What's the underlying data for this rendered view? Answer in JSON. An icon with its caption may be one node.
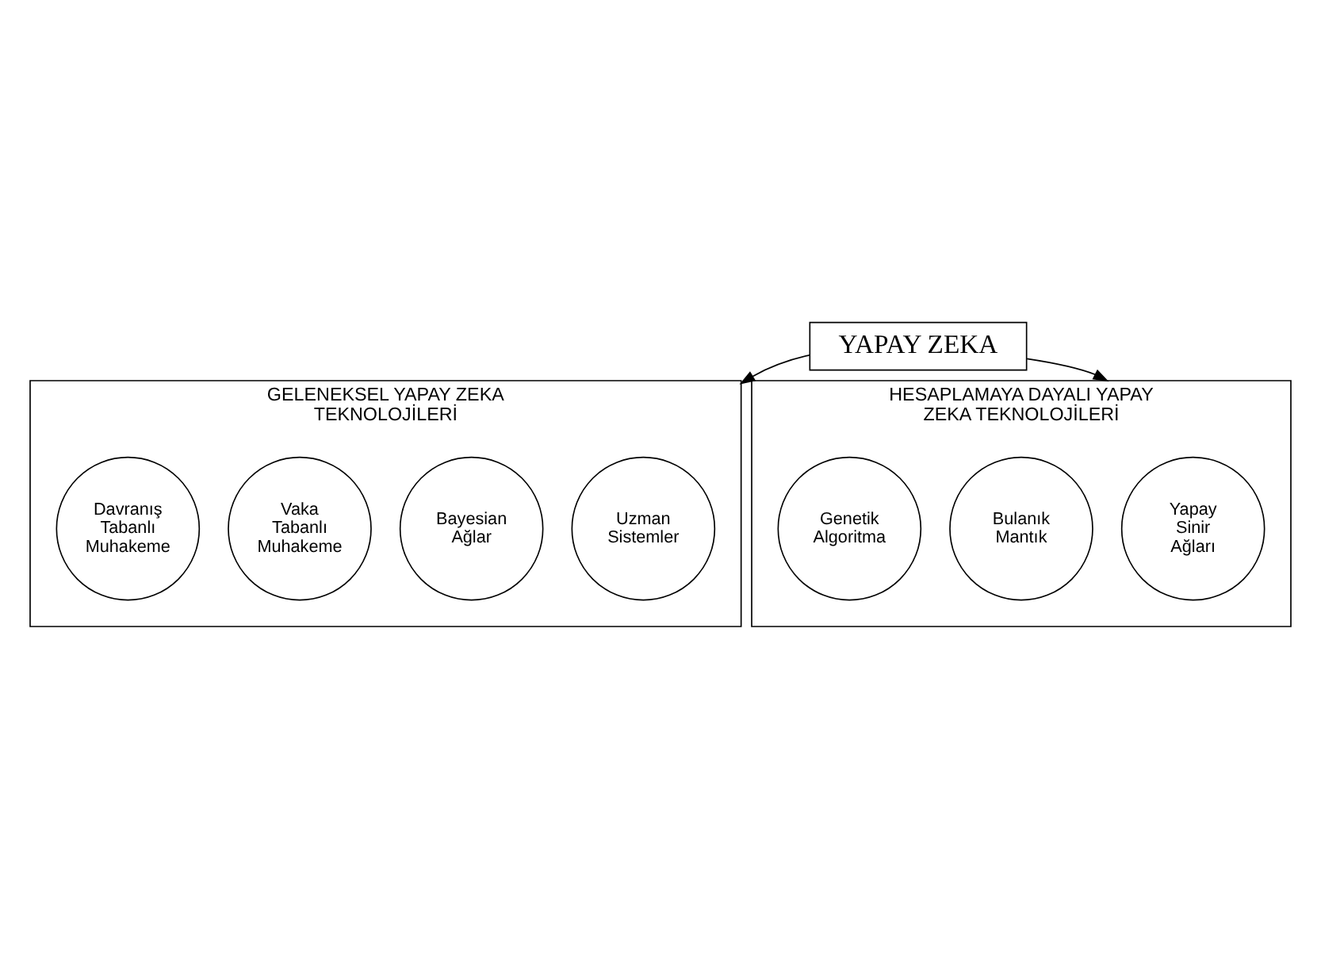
{
  "diagram": {
    "nodes": [
      {
        "text": [
          "YAPAY ZEKA"
        ]
      },
      {
        "text": [
          "GELENEKSEL YAPAY ZEKA TEKNOLOJİLERİ"
        ]
      },
      {
        "text": [
          "Uzman Sistemler"
        ],
        "in": 1
      },
      {
        "text": [
          "Bayesian Ağlar"
        ],
        "in": 1
      },
      {
        "text": [
          "Vaka Tabanlı Muhakeme"
        ],
        "in": 1
      },
      {
        "text": [
          "Davranış Tabanlı Muhakeme"
        ],
        "in": 1
      },
      {
        "text": [
          "HESAPLAMAYA DAYALI YAPAY ZEKA TEKNOLOJİLERİ"
        ]
      },
      {
        "text": [
          "Yapay Sinir Ağları"
        ],
        "in": 6
      },
      {
        "text": [
          "Bulanık Mantık"
        ],
        "in": 6
      },
      {
        "text": [
          "Genetik Algoritma"
        ],
        "in": 6
      }
    ],
    "edges": [
      {
        "from": 0,
        "to": 1,
        "arrow": "to"
      },
      {
        "from": 0,
        "to": 6,
        "arrow": "to"
      }
    ]
  }
}
